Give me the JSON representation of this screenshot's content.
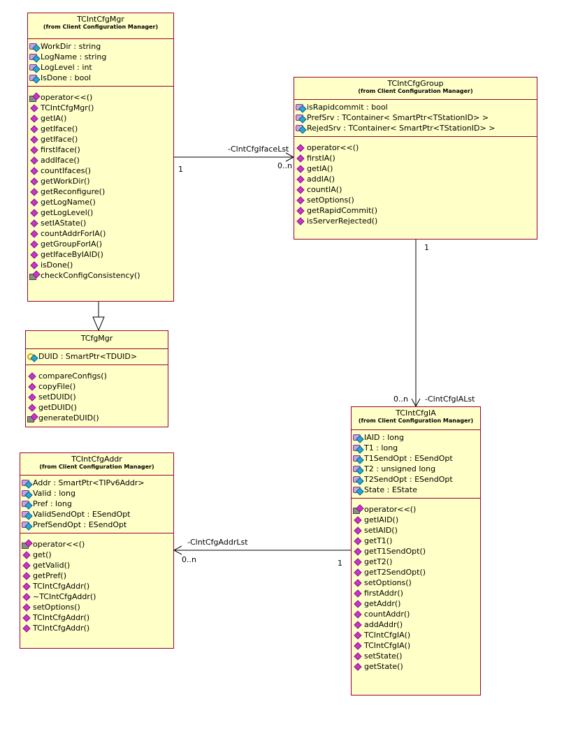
{
  "classes": {
    "mgr": {
      "name": "TCIntCfgMgr",
      "from": "(from Client Configuration Manager)",
      "attributes": [
        "WorkDir : string",
        "LogName : string",
        "LogLevel : int",
        "IsDone : bool"
      ],
      "operations": [
        "operator<<()",
        "TCIntCfgMgr()",
        "getIA()",
        "getIface()",
        "getIface()",
        "firstIface()",
        "addIface()",
        "countIfaces()",
        "getWorkDir()",
        "getReconfigure()",
        "getLogName()",
        "getLogLevel()",
        "setIAState()",
        "countAddrForIA()",
        "getGroupForIA()",
        "getIfaceByIAID()",
        "isDone()",
        "checkConfigConsistency()"
      ]
    },
    "group": {
      "name": "TCIntCfgGroup",
      "from": "(from Client Configuration Manager)",
      "attributes": [
        "isRapidcommit : bool",
        "PrefSrv : TContainer< SmartPtr<TStationID> >",
        "RejedSrv : TContainer< SmartPtr<TStationID> >"
      ],
      "operations": [
        "operator<<()",
        "firstIA()",
        "getIA()",
        "addIA()",
        "countIA()",
        "setOptions()",
        "getRapidCommit()",
        "isServerRejected()"
      ]
    },
    "cfgmgr": {
      "name": "TCfgMgr",
      "attributes": [
        "DUID : SmartPtr<TDUID>"
      ],
      "operations": [
        "compareConfigs()",
        "copyFile()",
        "setDUID()",
        "getDUID()",
        "generateDUID()"
      ]
    },
    "ia": {
      "name": "TCIntCfgIA",
      "from": "(from Client Configuration Manager)",
      "attributes": [
        "IAID : long",
        "T1 : long",
        "T1SendOpt : ESendOpt",
        "T2 : unsigned long",
        "T2SendOpt : ESendOpt",
        "State : EState"
      ],
      "operations": [
        "operator<<()",
        "getIAID()",
        "setIAID()",
        "getT1()",
        "getT1SendOpt()",
        "getT2()",
        "getT2SendOpt()",
        "setOptions()",
        "firstAddr()",
        "getAddr()",
        "countAddr()",
        "addAddr()",
        "TCIntCfgIA()",
        "TCIntCfgIA()",
        "setState()",
        "getState()"
      ]
    },
    "addr": {
      "name": "TCIntCfgAddr",
      "from": "(from Client Configuration Manager)",
      "attributes": [
        "Addr : SmartPtr<TIPv6Addr>",
        "Valid : long",
        "Pref : long",
        "ValidSendOpt : ESendOpt",
        "PrefSendOpt : ESendOpt"
      ],
      "operations": [
        "operator<<()",
        "get()",
        "getValid()",
        "getPref()",
        "TCIntCfgAddr()",
        "~TCIntCfgAddr()",
        "setOptions()",
        "TCIntCfgAddr()",
        "TCIntCfgAddr()"
      ]
    }
  },
  "associations": {
    "iface_lst": {
      "role": "-ClntCfgIfaceLst",
      "source_mult": "1",
      "target_mult": "0..n"
    },
    "ia_lst": {
      "role": "-ClntCfgIALst",
      "source_mult": "1",
      "target_mult": "0..n"
    },
    "addr_lst": {
      "role": "-ClntCfgAddrLst",
      "source_mult": "1",
      "target_mult": "0..n"
    }
  },
  "icons": {
    "attribute": "private-attribute-icon",
    "key_attribute": "key-attribute-icon",
    "operation": "public-operation-icon",
    "locked_operation": "private-operation-icon"
  },
  "icon_kinds": {
    "mgr_attributes": [
      "attr",
      "attr",
      "attr",
      "attr"
    ],
    "mgr_operations": [
      "oplock",
      "op",
      "op",
      "op",
      "op",
      "op",
      "op",
      "op",
      "op",
      "op",
      "op",
      "op",
      "op",
      "op",
      "op",
      "op",
      "op",
      "oplock"
    ],
    "group_attributes": [
      "attr",
      "attr",
      "attr"
    ],
    "group_operations": [
      "op",
      "op",
      "op",
      "op",
      "op",
      "op",
      "op",
      "op"
    ],
    "cfgmgr_attributes": [
      "key"
    ],
    "cfgmgr_operations": [
      "op",
      "op",
      "op",
      "op",
      "oplock"
    ],
    "ia_attributes": [
      "attr",
      "attr",
      "attr",
      "attr",
      "attr",
      "attr"
    ],
    "ia_operations": [
      "oplock",
      "op",
      "op",
      "op",
      "op",
      "op",
      "op",
      "op",
      "op",
      "op",
      "op",
      "op",
      "op",
      "op",
      "op",
      "op"
    ],
    "addr_attributes": [
      "attr",
      "attr",
      "attr",
      "attr",
      "attr"
    ],
    "addr_operations": [
      "oplock",
      "op",
      "op",
      "op",
      "op",
      "op",
      "op",
      "op",
      "op"
    ]
  },
  "colors": {
    "class_fill": "#ffffc8",
    "class_border": "#990033",
    "line": "#000000"
  }
}
